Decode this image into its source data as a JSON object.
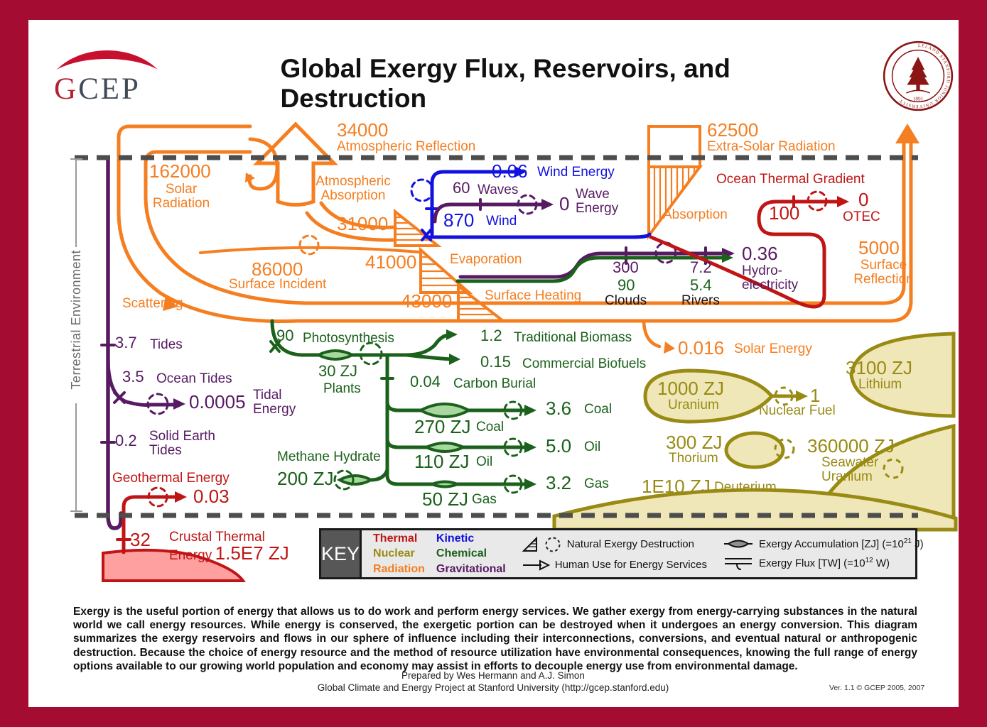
{
  "header": {
    "logo": "GCEP",
    "title": "Global Exergy Flux, Reservoirs, and Destruction",
    "seal_text": "LELAND STANFORD JUNIOR UNIVERSITY",
    "seal_year": "1891"
  },
  "boundary": {
    "label": "Terrestrial Environment"
  },
  "colors": {
    "frame": "#A40C31",
    "radiation_orange": "#F57E20",
    "kinetic_blue": "#1212E0",
    "gravitational_purple": "#571A63",
    "thermal_red": "#C01515",
    "chemical_green": "#1B611B",
    "nuclear_olive": "#998A14",
    "reservoir_fill": "#EFE7B8",
    "accumulation_fill": "#A8D8A0",
    "crustal_fill": "#FFA0A0",
    "boundary_gray": "#4D4D4D"
  },
  "flows": {
    "atmospheric_reflection": {
      "value": "34000",
      "label": "Atmospheric Reflection"
    },
    "extra_solar_radiation": {
      "value": "62500",
      "label": "Extra-Solar Radiation"
    },
    "solar_radiation": {
      "value": "162000",
      "label": "Solar Radiation"
    },
    "atmospheric_absorption": {
      "label": "Atmospheric Absorption"
    },
    "wind_energy": {
      "value": "0.06",
      "label": "Wind Energy"
    },
    "waves": {
      "value": "60",
      "label": "Waves"
    },
    "wave_energy": {
      "value": "0",
      "label": "Wave Energy"
    },
    "wind": {
      "value": "870",
      "label": "Wind"
    },
    "ocean_thermal_gradient": {
      "label": "Ocean Thermal Gradient",
      "value": "100"
    },
    "otec": {
      "value": "0",
      "label": "OTEC"
    },
    "absorption": {
      "label": "Absorption"
    },
    "absorbed_by_atmosphere": {
      "value": "31000"
    },
    "surface_incident": {
      "value": "86000",
      "label": "Surface Incident"
    },
    "evaporation": {
      "value": "41000",
      "label": "Evaporation"
    },
    "surface_heating": {
      "value": "43000",
      "label": "Surface Heating"
    },
    "clouds": {
      "purple_value": "300",
      "green_value": "90",
      "label": "Clouds"
    },
    "rivers": {
      "purple_value": "7.2",
      "green_value": "5.4",
      "label": "Rivers"
    },
    "hydroelectricity": {
      "value": "0.36",
      "label": "Hydro-electricity"
    },
    "surface_reflection": {
      "value": "5000",
      "label": "Surface Reflection"
    },
    "scattering": {
      "label": "Scattering"
    },
    "tides": {
      "value": "3.7",
      "label": "Tides"
    },
    "ocean_tides": {
      "value": "3.5",
      "label": "Ocean Tides"
    },
    "tidal_energy": {
      "value": "0.0005",
      "label": "Tidal Energy"
    },
    "solid_earth_tides": {
      "value": "0.2",
      "label": "Solid Earth Tides"
    },
    "geothermal_energy": {
      "label": "Geothermal Energy",
      "value": "0.03"
    },
    "crustal_thermal": {
      "value": "32",
      "line1": "Crustal Thermal",
      "line2": "Energy",
      "reservoir": "1.5E7 ZJ"
    },
    "photosynthesis": {
      "value": "90",
      "label": "Photosynthesis"
    },
    "traditional_biomass": {
      "value": "1.2",
      "label": "Traditional Biomass"
    },
    "commercial_biofuels": {
      "value": "0.15",
      "label": "Commercial Biofuels"
    },
    "carbon_burial": {
      "value": "0.04",
      "label": "Carbon Burial"
    },
    "plants": {
      "reservoir": "30 ZJ",
      "label": "Plants"
    },
    "coal": {
      "reservoir": "270 ZJ",
      "reservoir_label": "Coal",
      "use": "3.6",
      "use_label": "Coal"
    },
    "oil": {
      "reservoir": "110 ZJ",
      "reservoir_label": "Oil",
      "use": "5.0",
      "use_label": "Oil"
    },
    "gas": {
      "reservoir": "50 ZJ",
      "reservoir_label": "Gas",
      "use": "3.2",
      "use_label": "Gas"
    },
    "methane_hydrate": {
      "label": "Methane Hydrate",
      "reservoir": "200 ZJ"
    },
    "solar_energy": {
      "value": "0.016",
      "label": "Solar Energy"
    },
    "uranium": {
      "reservoir": "1000 ZJ",
      "label": "Uranium"
    },
    "nuclear_fuel": {
      "value": "1",
      "label": "Nuclear Fuel"
    },
    "lithium": {
      "reservoir": "3100 ZJ",
      "label": "Lithium"
    },
    "thorium": {
      "reservoir": "300 ZJ",
      "label": "Thorium"
    },
    "seawater_uranium": {
      "reservoir": "360000 ZJ",
      "label": "Seawater Uranium"
    },
    "deuterium": {
      "reservoir": "1E10 ZJ",
      "label": "Deuterium"
    }
  },
  "key": {
    "title": "KEY",
    "categories": [
      {
        "label": "Thermal"
      },
      {
        "label": "Nuclear"
      },
      {
        "label": "Radiation"
      },
      {
        "label": "Kinetic"
      },
      {
        "label": "Chemical"
      },
      {
        "label": "Gravitational"
      }
    ],
    "natural_destruction": "Natural Exergy Destruction",
    "human_use": "Human Use for Energy Services",
    "accumulation": {
      "prefix": "Exergy Accumulation [ZJ] (=10",
      "sup": "21",
      "suffix": " J)"
    },
    "flux": {
      "prefix": "Exergy Flux [TW] (=10",
      "sup": "12",
      "suffix": " W)"
    }
  },
  "description": "Exergy is the useful portion of energy that allows us to do work and perform energy services. We gather exergy from energy-carrying substances in the natural world we call energy resources. While energy is conserved, the exergetic portion can be destroyed when it undergoes an energy conversion. This diagram summarizes the exergy reservoirs and flows in our sphere of influence including their interconnections, conversions, and eventual natural or anthropogenic destruction. Because the choice of energy resource and the method of resource utilization have environmental consequences, knowing the full range of energy options available to our growing world population and economy may assist in efforts to decouple energy use from environmental damage.",
  "footer": {
    "line1": "Prepared by Wes Hermann and A.J. Simon",
    "line2": "Global Climate and Energy Project at Stanford University (http://gcep.stanford.edu)",
    "version": "Ver. 1.1 © GCEP 2005, 2007"
  }
}
